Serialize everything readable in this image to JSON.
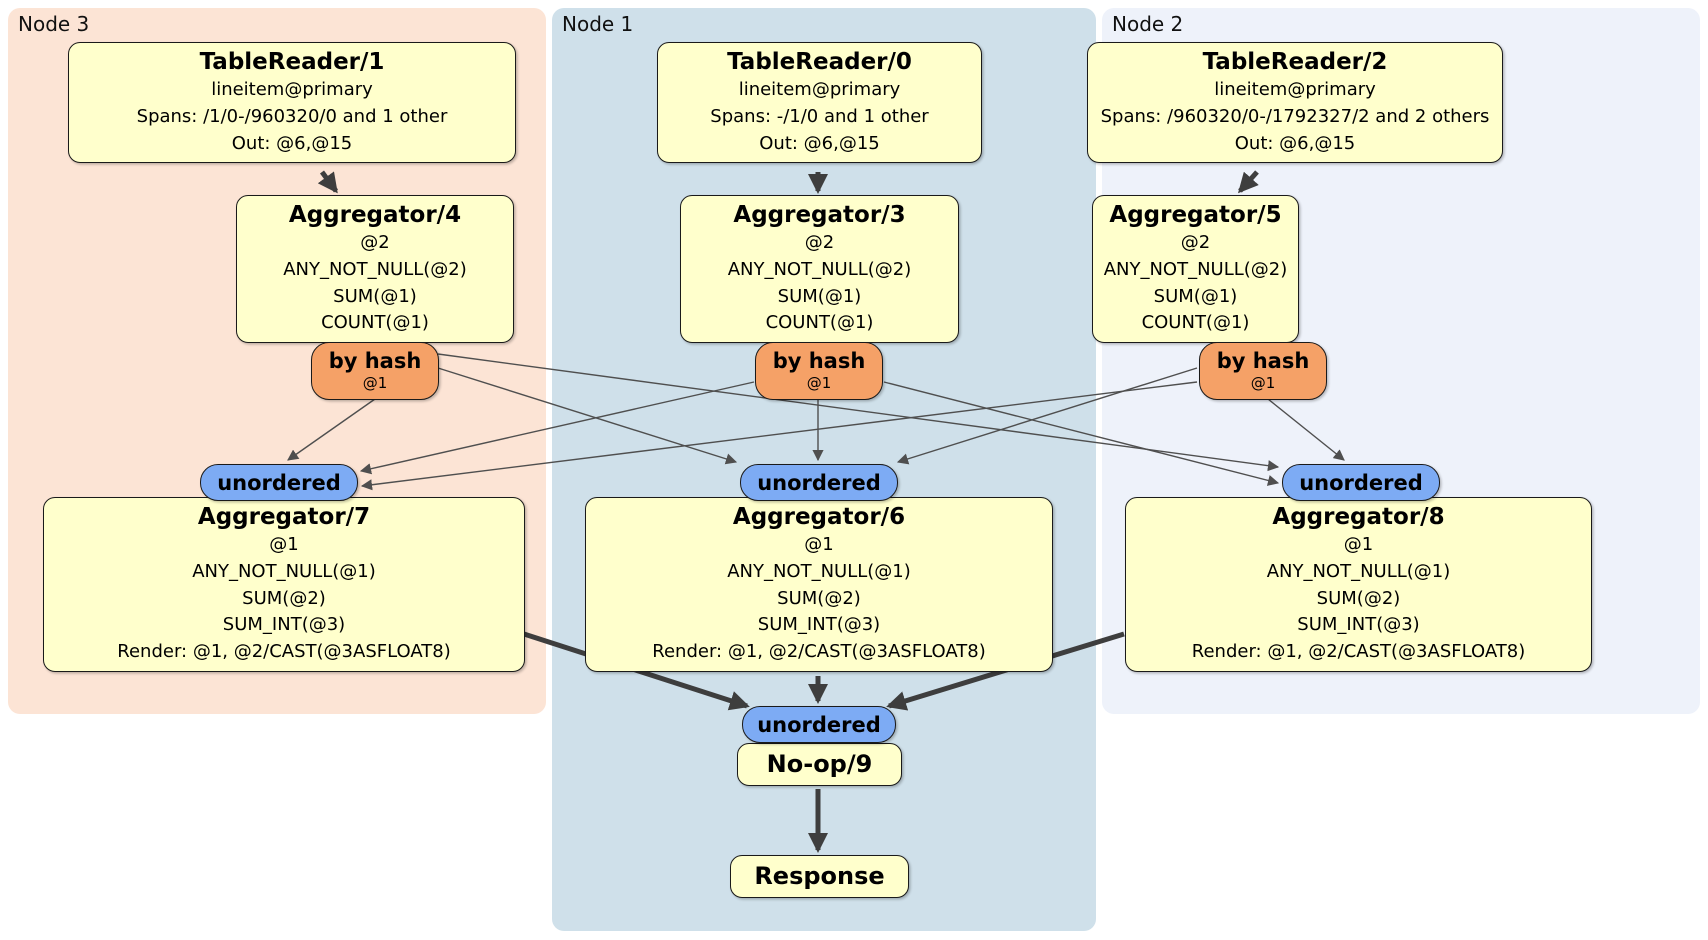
{
  "node_groups": [
    {
      "id": "node3",
      "label": "Node 3"
    },
    {
      "id": "node1",
      "label": "Node 1"
    },
    {
      "id": "node2",
      "label": "Node 2"
    }
  ],
  "processors": {
    "tablereader1": {
      "title": "TableReader/1",
      "lines": [
        "lineitem@primary",
        "Spans: /1/0-/960320/0 and 1 other",
        "Out: @6,@15"
      ]
    },
    "tablereader0": {
      "title": "TableReader/0",
      "lines": [
        "lineitem@primary",
        "Spans: -/1/0 and 1 other",
        "Out: @6,@15"
      ]
    },
    "tablereader2": {
      "title": "TableReader/2",
      "lines": [
        "lineitem@primary",
        "Spans: /960320/0-/1792327/2 and 2 others",
        "Out: @6,@15"
      ]
    },
    "aggregator4": {
      "title": "Aggregator/4",
      "lines": [
        "@2",
        "ANY_NOT_NULL(@2)",
        "SUM(@1)",
        "COUNT(@1)"
      ]
    },
    "aggregator3": {
      "title": "Aggregator/3",
      "lines": [
        "@2",
        "ANY_NOT_NULL(@2)",
        "SUM(@1)",
        "COUNT(@1)"
      ]
    },
    "aggregator5": {
      "title": "Aggregator/5",
      "lines": [
        "@2",
        "ANY_NOT_NULL(@2)",
        "SUM(@1)",
        "COUNT(@1)"
      ]
    },
    "aggregator7": {
      "title": "Aggregator/7",
      "lines": [
        "@1",
        "ANY_NOT_NULL(@1)",
        "SUM(@2)",
        "SUM_INT(@3)",
        "Render: @1, @2/CAST(@3ASFLOAT8)"
      ]
    },
    "aggregator6": {
      "title": "Aggregator/6",
      "lines": [
        "@1",
        "ANY_NOT_NULL(@1)",
        "SUM(@2)",
        "SUM_INT(@3)",
        "Render: @1, @2/CAST(@3ASFLOAT8)"
      ]
    },
    "aggregator8": {
      "title": "Aggregator/8",
      "lines": [
        "@1",
        "ANY_NOT_NULL(@1)",
        "SUM(@2)",
        "SUM_INT(@3)",
        "Render: @1, @2/CAST(@3ASFLOAT8)"
      ]
    },
    "noop9": {
      "title": "No-op/9"
    },
    "response": {
      "title": "Response"
    }
  },
  "routers": {
    "by_hash": {
      "label": "by hash",
      "detail": "@1"
    }
  },
  "syncs": {
    "unordered": {
      "label": "unordered"
    }
  },
  "colors": {
    "node3_bg": "#fce4d5",
    "node1_bg": "#cfe0ea",
    "node2_bg": "#eef2fa",
    "box_fill": "#ffffcc",
    "router_fill": "#f5a167",
    "sync_fill": "#7dabf4",
    "box_border": "#1a1a1a",
    "edge_thin": "#4f4f4f",
    "edge_thick": "#3e3e3e"
  }
}
